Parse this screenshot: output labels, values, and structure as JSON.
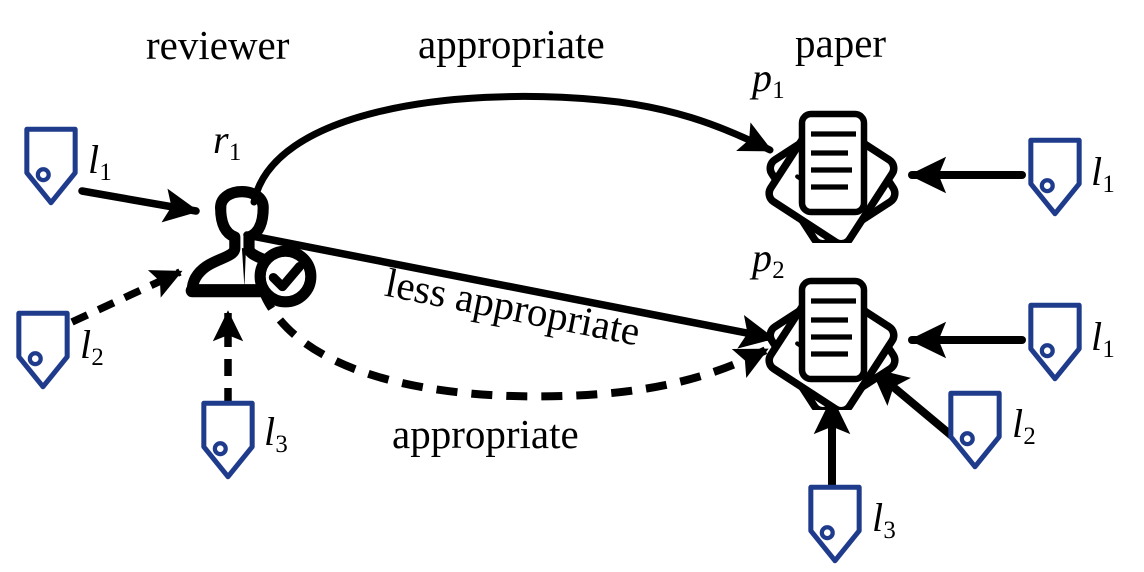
{
  "diagram": {
    "title_nodes": {
      "reviewer_label": "reviewer",
      "paper_label": "paper"
    },
    "colors": {
      "tag_stroke": "#1F3B8C",
      "ink": "#000000",
      "background": "#FFFFFF"
    },
    "nodes": [
      {
        "id": "r1",
        "name": "reviewer-node",
        "label": "r",
        "sub": "1",
        "icon": "person-check-icon"
      },
      {
        "id": "p1",
        "name": "paper-node-1",
        "label": "p",
        "sub": "1",
        "icon": "paper-stack-icon"
      },
      {
        "id": "p2",
        "name": "paper-node-2",
        "label": "p",
        "sub": "2",
        "icon": "paper-stack-icon"
      }
    ],
    "tags": [
      {
        "id": "tag-r1-l1",
        "label": "l",
        "sub": "1",
        "icon": "tag-icon"
      },
      {
        "id": "tag-r1-l2",
        "label": "l",
        "sub": "2",
        "icon": "tag-icon"
      },
      {
        "id": "tag-r1-l3",
        "label": "l",
        "sub": "3",
        "icon": "tag-icon"
      },
      {
        "id": "tag-p1-l1",
        "label": "l",
        "sub": "1",
        "icon": "tag-icon"
      },
      {
        "id": "tag-p2-l1",
        "label": "l",
        "sub": "1",
        "icon": "tag-icon"
      },
      {
        "id": "tag-p2-l2",
        "label": "l",
        "sub": "2",
        "icon": "tag-icon"
      },
      {
        "id": "tag-p2-l3",
        "label": "l",
        "sub": "3",
        "icon": "tag-icon"
      }
    ],
    "edges": [
      {
        "id": "edge-r1-p1",
        "name": "edge-appropriate-top",
        "label": "appropriate",
        "style": "solid",
        "from": "r1",
        "to": "p1"
      },
      {
        "id": "edge-r1-p2-less",
        "name": "edge-less-appropriate",
        "label": "less appropriate",
        "style": "solid",
        "from": "r1",
        "to": "p2"
      },
      {
        "id": "edge-r1-p2",
        "name": "edge-appropriate-bottom",
        "label": "appropriate",
        "style": "dashed",
        "from": "r1",
        "to": "p2"
      }
    ],
    "tag_edges": [
      {
        "id": "tagedge-l1-r1",
        "style": "solid"
      },
      {
        "id": "tagedge-l2-r1",
        "style": "dashed"
      },
      {
        "id": "tagedge-l3-r1",
        "style": "dashed"
      },
      {
        "id": "tagedge-l1-p1",
        "style": "solid"
      },
      {
        "id": "tagedge-l1-p2",
        "style": "solid"
      },
      {
        "id": "tagedge-l2-p2",
        "style": "solid"
      },
      {
        "id": "tagedge-l3-p2",
        "style": "solid"
      }
    ]
  }
}
